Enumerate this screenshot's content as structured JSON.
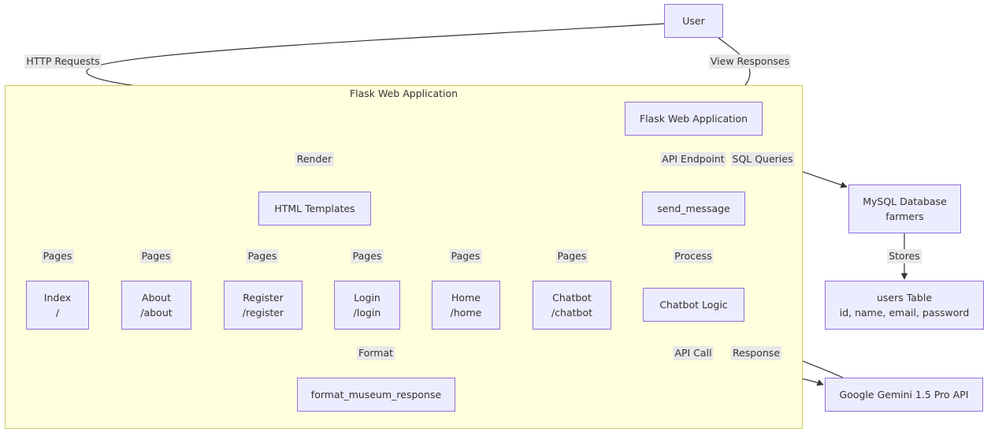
{
  "cluster": {
    "title": "Flask Web Application"
  },
  "nodes": {
    "user": {
      "lines": [
        "User"
      ]
    },
    "flask": {
      "lines": [
        "Flask Web Application"
      ]
    },
    "mysql": {
      "lines": [
        "MySQL Database",
        "farmers"
      ]
    },
    "templates": {
      "lines": [
        "HTML Templates"
      ]
    },
    "send": {
      "lines": [
        "send_message"
      ]
    },
    "users": {
      "lines": [
        "users Table",
        "id, name, email, password"
      ]
    },
    "index": {
      "lines": [
        "Index",
        "/"
      ]
    },
    "about": {
      "lines": [
        "About",
        "/about"
      ]
    },
    "register": {
      "lines": [
        "Register",
        "/register"
      ]
    },
    "login": {
      "lines": [
        "Login",
        "/login"
      ]
    },
    "home": {
      "lines": [
        "Home",
        "/home"
      ]
    },
    "chatbot": {
      "lines": [
        "Chatbot",
        "/chatbot"
      ]
    },
    "logic": {
      "lines": [
        "Chatbot Logic"
      ]
    },
    "format": {
      "lines": [
        "format_museum_response"
      ]
    },
    "gemini": {
      "lines": [
        "Google Gemini 1.5 Pro API"
      ]
    }
  },
  "edges": {
    "http": "HTTP Requests",
    "view": "View Responses",
    "render": "Render",
    "api_ep": "API Endpoint",
    "sql": "SQL Queries",
    "pages_index": "Pages",
    "pages_about": "Pages",
    "pages_register": "Pages",
    "pages_login": "Pages",
    "pages_home": "Pages",
    "pages_chatbot": "Pages",
    "process": "Process",
    "stores": "Stores",
    "format": "Format",
    "api_call": "API Call",
    "response": "Response"
  },
  "colors": {
    "node_fill": "#ececff",
    "node_border": "#9370db",
    "cluster_fill": "#ffffde",
    "cluster_border": "#c9c96a",
    "edge": "#333333",
    "label_bg": "#e8e8e8"
  }
}
